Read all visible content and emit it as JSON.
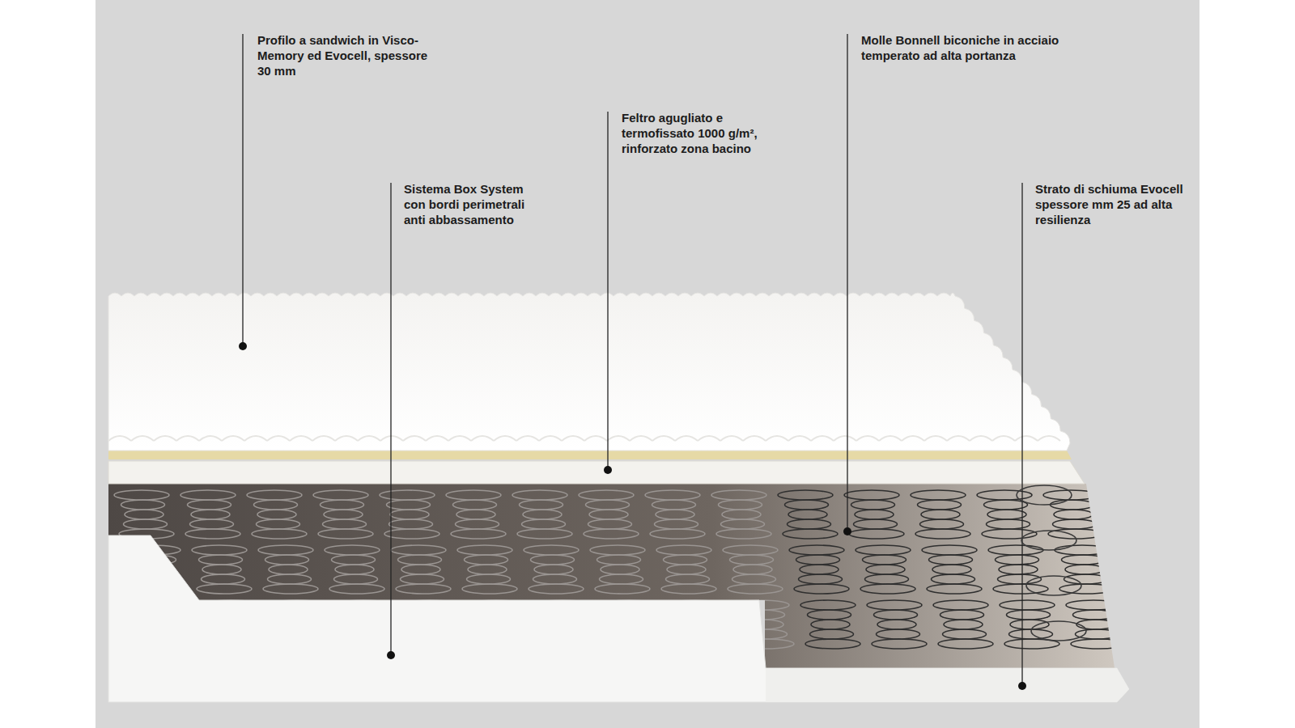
{
  "diagram": {
    "labels": [
      "Profilo a sandwich in Visco-Memory ed Evocell, spessore 30 mm",
      "Molle Bonnell biconiche in acciaio temperato ad alta portanza",
      "Feltro agugliato e termofissato 1000 g/m², rinforzato zona bacino",
      "Sistema Box System con bordi perimetrali anti abbassamento",
      "Strato di schiuma Evocell spessore mm 25 ad alta resilienza"
    ]
  }
}
